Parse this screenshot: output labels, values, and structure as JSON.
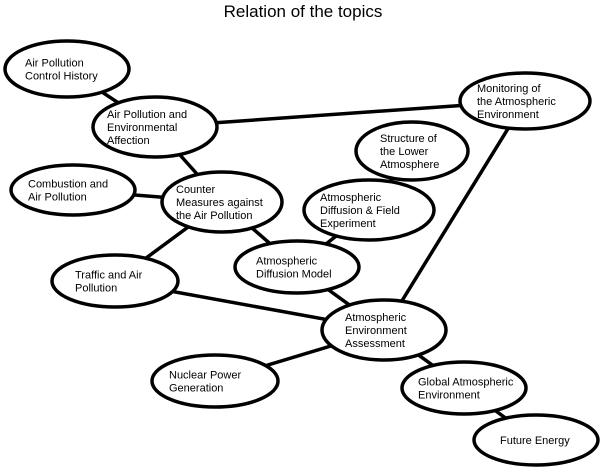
{
  "title": "Relation of the topics",
  "nodes": [
    {
      "id": "history",
      "label": [
        "Air Pollution",
        "Control History"
      ]
    },
    {
      "id": "affection",
      "label": [
        "Air Pollution and",
        "Environmental",
        "Affection"
      ]
    },
    {
      "id": "monitoring",
      "label": [
        "Monitoring of",
        "the Atmospheric",
        "Environment"
      ]
    },
    {
      "id": "structure",
      "label": [
        "Structure of",
        "the Lower",
        "Atmosphere"
      ]
    },
    {
      "id": "combustion",
      "label": [
        "Combustion and",
        "Air Pollution"
      ]
    },
    {
      "id": "counter",
      "label": [
        "Counter",
        "Measures against",
        "the Air Pollution"
      ]
    },
    {
      "id": "field",
      "label": [
        "Atmospheric",
        "Diffusion & Field",
        "Experiment"
      ]
    },
    {
      "id": "traffic",
      "label": [
        "Traffic and Air",
        "Pollution"
      ]
    },
    {
      "id": "diffusion",
      "label": [
        "Atmospheric",
        "Diffusion Model"
      ]
    },
    {
      "id": "assessment",
      "label": [
        "Atmospheric",
        "Environment",
        "Assessment"
      ]
    },
    {
      "id": "nuclear",
      "label": [
        "Nuclear Power",
        "Generation"
      ]
    },
    {
      "id": "global",
      "label": [
        "Global Atmospheric",
        "Environment"
      ]
    },
    {
      "id": "energy",
      "label": [
        "Future Energy"
      ]
    }
  ],
  "edges": [
    [
      "history",
      "affection"
    ],
    [
      "affection",
      "monitoring"
    ],
    [
      "affection",
      "counter"
    ],
    [
      "combustion",
      "counter"
    ],
    [
      "counter",
      "traffic"
    ],
    [
      "counter",
      "diffusion"
    ],
    [
      "structure",
      "field"
    ],
    [
      "field",
      "diffusion"
    ],
    [
      "diffusion",
      "assessment"
    ],
    [
      "traffic",
      "assessment"
    ],
    [
      "monitoring",
      "assessment"
    ],
    [
      "assessment",
      "nuclear"
    ],
    [
      "assessment",
      "global"
    ],
    [
      "global",
      "energy"
    ]
  ]
}
